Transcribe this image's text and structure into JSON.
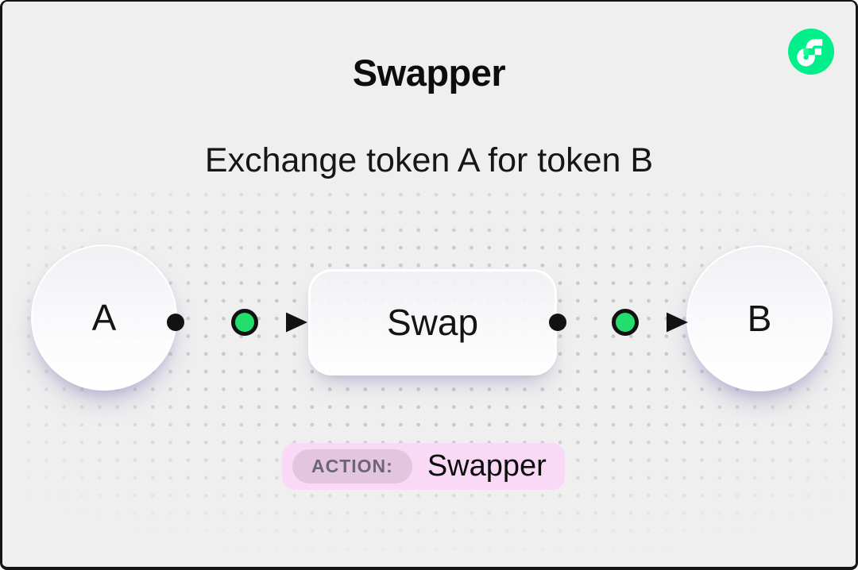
{
  "header": {
    "title": "Swapper",
    "subtitle": "Exchange token A for token B"
  },
  "logo": {
    "name": "flow-logo",
    "bg_color": "#00ef8b",
    "accent_color": "#16ff99",
    "glyph_color": "#ffffff"
  },
  "diagram": {
    "node_a": {
      "label": "A"
    },
    "swap_box": {
      "label": "Swap"
    },
    "node_b": {
      "label": "B"
    },
    "flow": "A → Swap → B"
  },
  "action_badge": {
    "label": "ACTION:",
    "value": "Swapper",
    "bg_color": "#fad9f7",
    "label_bg_color": "#e3c5de"
  },
  "colors": {
    "background": "#efefef",
    "text": "#0d0d0d",
    "connector_black": "#121212",
    "connector_green": "#0cc863",
    "node_green": "#23de6c"
  }
}
